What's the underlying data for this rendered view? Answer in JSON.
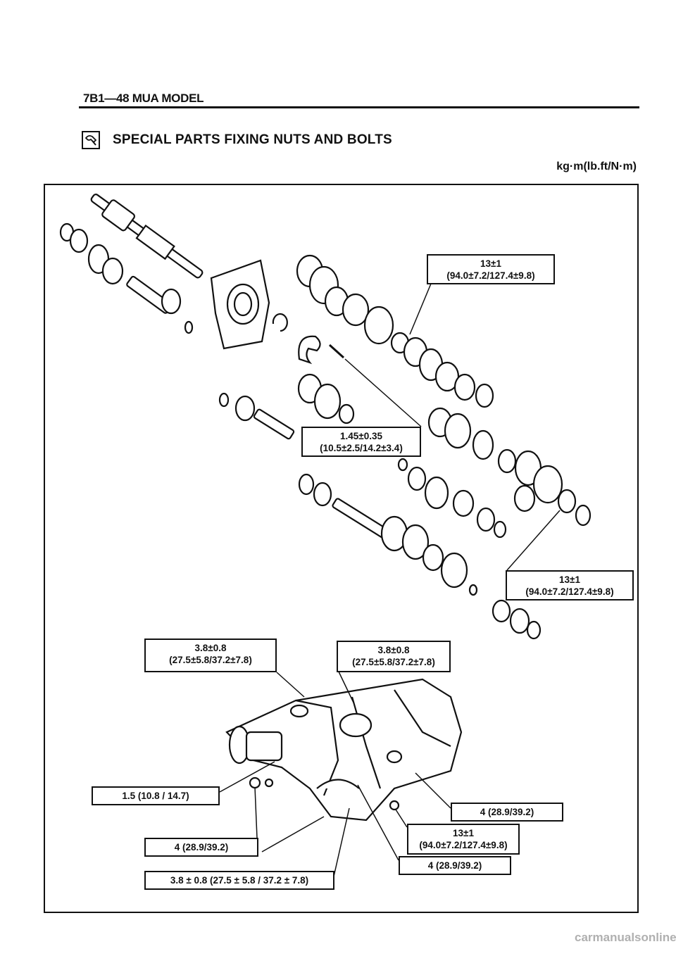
{
  "page": {
    "header": "7B1—48 MUA MODEL",
    "section_title": "SPECIAL PARTS FIXING NUTS AND BOLTS",
    "units": "kg·m(lb.ft/N·m)"
  },
  "callouts": [
    {
      "line1": "13±1",
      "line2": "(94.0±7.2/127.4±9.8)"
    },
    {
      "line1": "1.45±0.35",
      "line2": "(10.5±2.5/14.2±3.4)"
    },
    {
      "line1": "13±1",
      "line2": "(94.0±7.2/127.4±9.8)"
    },
    {
      "line1": "3.8±0.8",
      "line2": "(27.5±5.8/37.2±7.8)"
    },
    {
      "line1": "3.8±0.8",
      "line2": "(27.5±5.8/37.2±7.8)"
    },
    {
      "line1": "1.5 (10.8 / 14.7)"
    },
    {
      "line1": "4 (28.9/39.2)"
    },
    {
      "line1": "13±1",
      "line2": "(94.0±7.2/127.4±9.8)"
    },
    {
      "line1": "4 (28.9/39.2)"
    },
    {
      "line1": "4 (28.9/39.2)"
    },
    {
      "line1": "3.8 ± 0.8 (27.5 ± 5.8 / 37.2 ± 7.8)"
    }
  ],
  "watermark": "carmanualsonline.info"
}
